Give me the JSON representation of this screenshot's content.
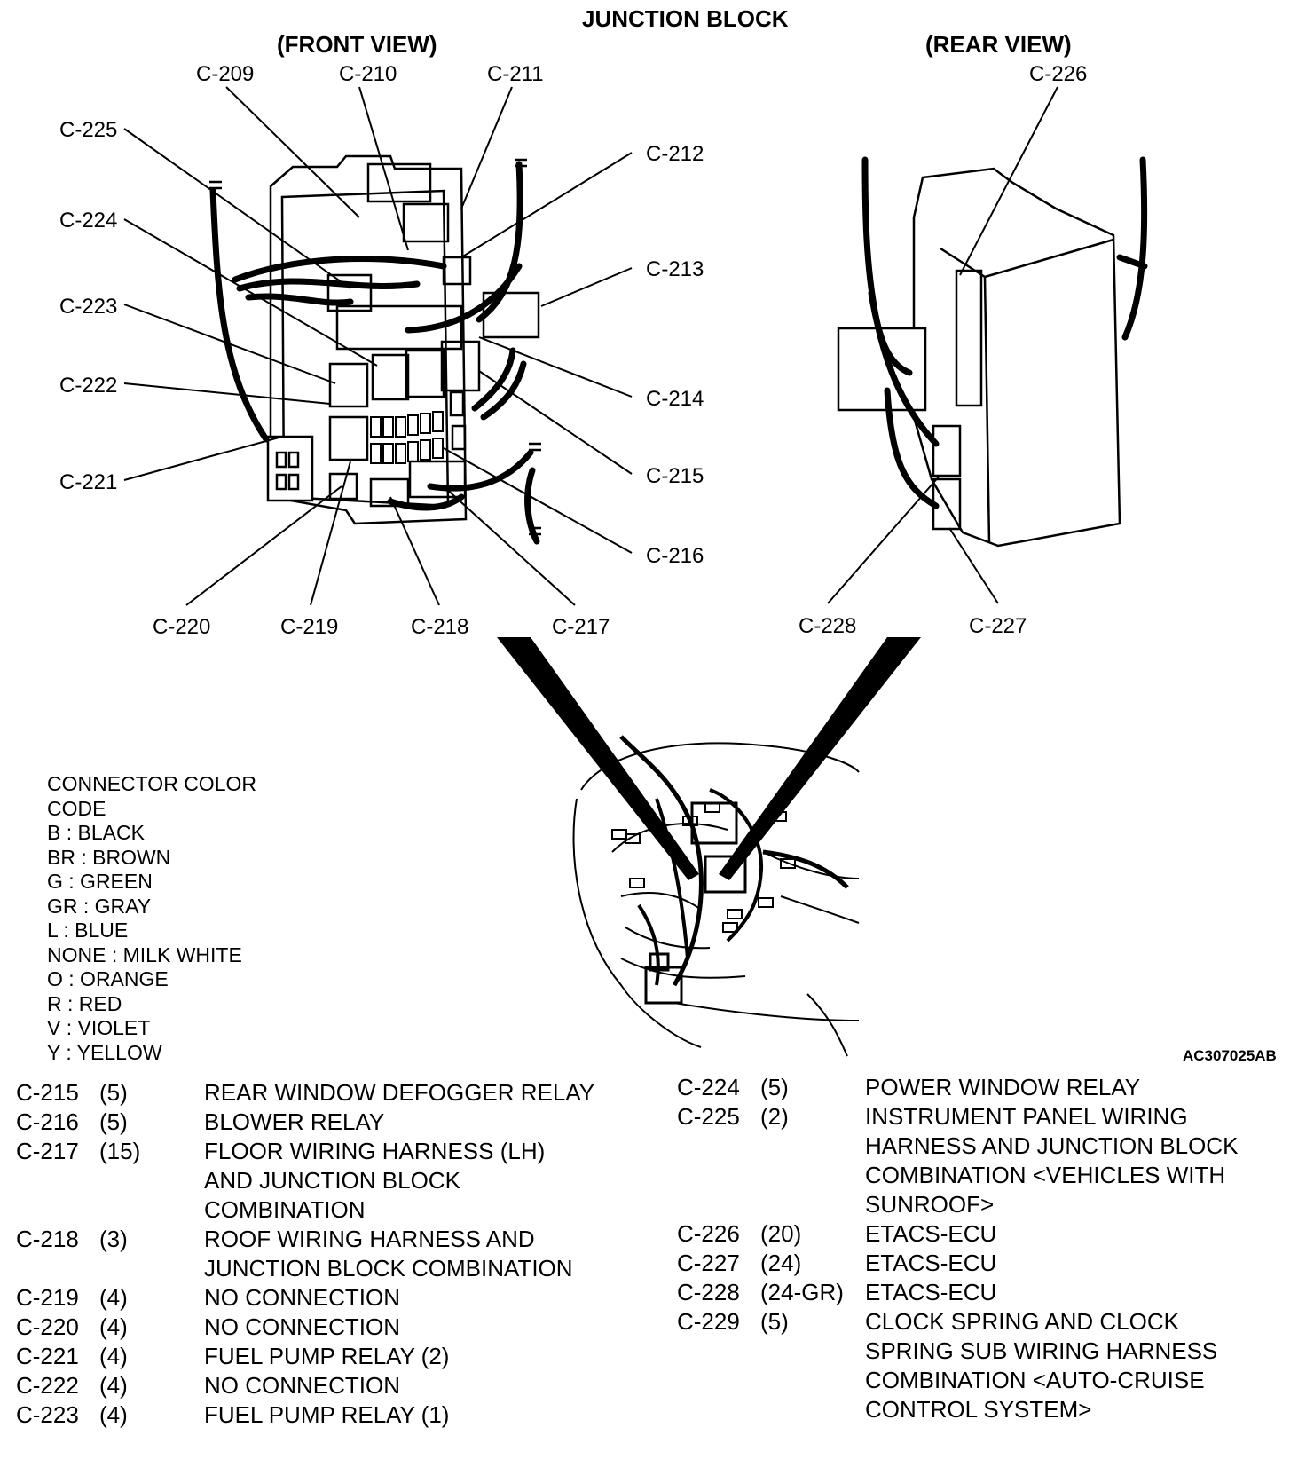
{
  "title": "JUNCTION BLOCK",
  "front_view_label": "(FRONT VIEW)",
  "rear_view_label": "(REAR VIEW)",
  "front_connectors": {
    "c209": "C-209",
    "c210": "C-210",
    "c211": "C-211",
    "c212": "C-212",
    "c213": "C-213",
    "c214": "C-214",
    "c215": "C-215",
    "c216": "C-216",
    "c217": "C-217",
    "c218": "C-218",
    "c219": "C-219",
    "c220": "C-220",
    "c221": "C-221",
    "c222": "C-222",
    "c223": "C-223",
    "c224": "C-224",
    "c225": "C-225"
  },
  "rear_connectors": {
    "c226": "C-226",
    "c227": "C-227",
    "c228": "C-228"
  },
  "color_code": {
    "title_line1": "CONNECTOR COLOR",
    "title_line2": "CODE",
    "items": [
      "B : BLACK",
      "BR : BROWN",
      "G : GREEN",
      "GR : GRAY",
      "L : BLUE",
      "NONE : MILK WHITE",
      "O : ORANGE",
      "R : RED",
      "V : VIOLET",
      "Y : YELLOW"
    ]
  },
  "figure_ref": "AC307025AB",
  "legend_left": [
    {
      "id": "C-215",
      "pins": "(5)",
      "desc": [
        "REAR WINDOW DEFOGGER RELAY"
      ]
    },
    {
      "id": "C-216",
      "pins": "(5)",
      "desc": [
        "BLOWER RELAY"
      ]
    },
    {
      "id": "C-217",
      "pins": "(15)",
      "desc": [
        "FLOOR WIRING HARNESS (LH)",
        "AND JUNCTION BLOCK",
        "COMBINATION"
      ]
    },
    {
      "id": "C-218",
      "pins": "(3)",
      "desc": [
        "ROOF WIRING HARNESS AND",
        "JUNCTION BLOCK COMBINATION"
      ]
    },
    {
      "id": "C-219",
      "pins": "(4)",
      "desc": [
        "NO CONNECTION"
      ]
    },
    {
      "id": "C-220",
      "pins": "(4)",
      "desc": [
        "NO CONNECTION"
      ]
    },
    {
      "id": "C-221",
      "pins": "(4)",
      "desc": [
        "FUEL PUMP RELAY (2)"
      ]
    },
    {
      "id": "C-222",
      "pins": "(4)",
      "desc": [
        "NO CONNECTION"
      ]
    },
    {
      "id": "C-223",
      "pins": "(4)",
      "desc": [
        "FUEL PUMP RELAY (1)"
      ]
    }
  ],
  "legend_right": [
    {
      "id": "C-224",
      "pins": "(5)",
      "desc": [
        "POWER WINDOW RELAY"
      ]
    },
    {
      "id": "C-225",
      "pins": "(2)",
      "desc": [
        "INSTRUMENT PANEL WIRING",
        "HARNESS AND JUNCTION BLOCK",
        "COMBINATION <VEHICLES WITH",
        "SUNROOF>"
      ]
    },
    {
      "id": "C-226",
      "pins": "(20)",
      "desc": [
        "ETACS-ECU"
      ]
    },
    {
      "id": "C-227",
      "pins": "(24)",
      "desc": [
        "ETACS-ECU"
      ]
    },
    {
      "id": "C-228",
      "pins": "(24-GR)",
      "desc": [
        "ETACS-ECU"
      ]
    },
    {
      "id": "C-229",
      "pins": "(5)",
      "desc": [
        "CLOCK SPRING AND CLOCK",
        "SPRING SUB WIRING HARNESS",
        "COMBINATION <AUTO-CRUISE",
        "CONTROL SYSTEM>"
      ]
    }
  ]
}
